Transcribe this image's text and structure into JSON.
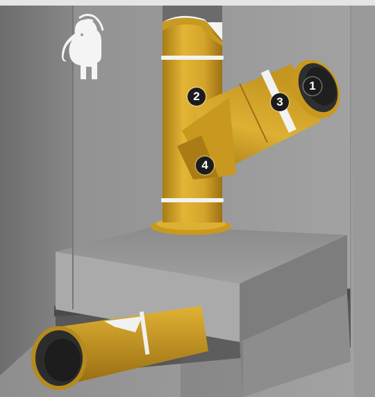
{
  "callouts": [
    {
      "label": "1"
    },
    {
      "label": "2"
    },
    {
      "label": "3"
    },
    {
      "label": "4"
    }
  ],
  "logo": {
    "icon": "elephant-icon",
    "color": "#f4f4f4"
  },
  "colors": {
    "concrete_light": "#a7a7a7",
    "concrete_mid": "#8c8c8c",
    "concrete_dark": "#5f5f5f",
    "pipe_wrap": "#d9aa2a",
    "pipe_wrap_dark": "#b5861b",
    "pipe_interior": "#2e2e2e",
    "band": "#f2f2f2",
    "callout_bg": "#1c1c1c"
  }
}
